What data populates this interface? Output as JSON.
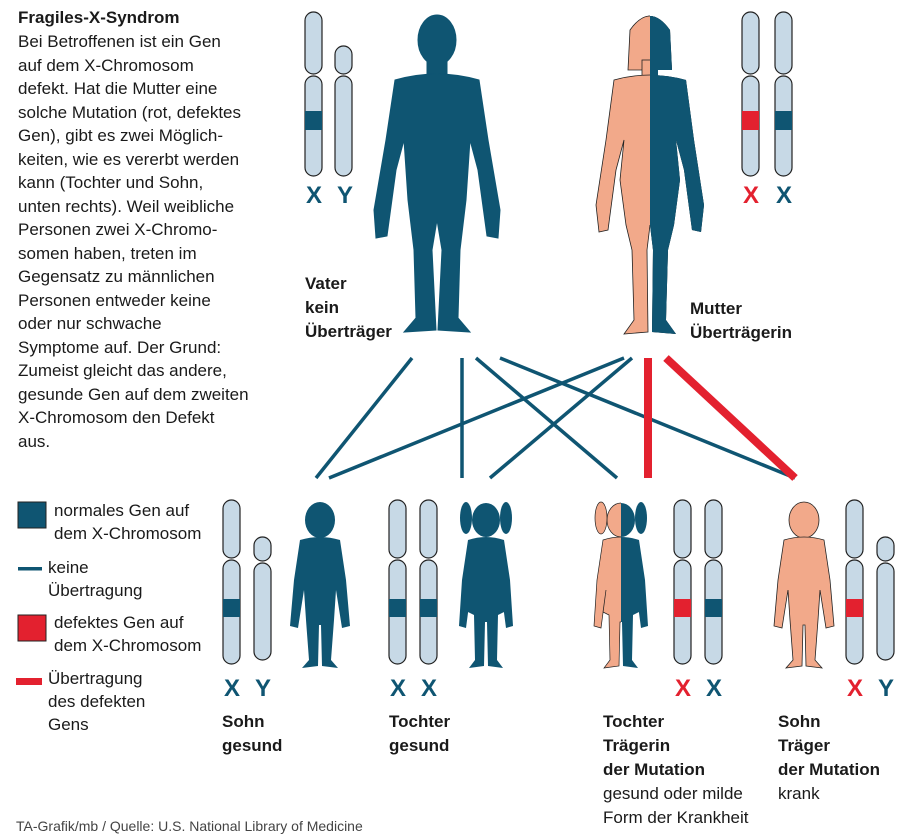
{
  "title": "Fragiles-X-Syndrom",
  "intro_lines": [
    "Bei Betroffenen ist ein Gen",
    "auf dem X-Chromosom",
    "defekt. Hat die Mutter eine",
    "solche Mutation (rot, defektes",
    "Gen), gibt es zwei Möglich-",
    "keiten, wie es vererbt werden",
    "kann (Tochter und Sohn,",
    "unten rechts). Weil weibliche",
    "Personen zwei X-Chromo-",
    "somen haben, treten im",
    "Gegensatz zu männlichen",
    "Personen entweder keine",
    "oder nur schwache",
    "Symptome auf. Der Grund:",
    "Zumeist gleicht das andere,",
    "gesunde Gen auf dem zweiten",
    "X-Chromosom den Defekt",
    "aus."
  ],
  "colors": {
    "normal": "#0f5572",
    "defect": "#e3212f",
    "chromosome": "#c7d9e6",
    "skin": "#f2a98a",
    "outline": "#222222"
  },
  "father": {
    "label": [
      "Vater",
      "kein",
      "Überträger"
    ],
    "chrom": [
      "X",
      "Y"
    ]
  },
  "mother": {
    "label": [
      "Mutter",
      "Überträgerin"
    ],
    "chrom": [
      "X",
      "X"
    ]
  },
  "legend": {
    "normal_gene": [
      "normales Gen auf",
      "dem X-Chromosom"
    ],
    "no_transmission": [
      "keine",
      "Übertragung"
    ],
    "defect_gene": [
      "defektes Gen auf",
      "dem X-Chromosom"
    ],
    "defect_transmission": [
      "Übertragung",
      "des defekten",
      "Gens"
    ]
  },
  "children": [
    {
      "chrom": [
        "X",
        "Y"
      ],
      "label": [
        "Sohn",
        "gesund"
      ],
      "sub": []
    },
    {
      "chrom": [
        "X",
        "X"
      ],
      "label": [
        "Tochter",
        "gesund"
      ],
      "sub": []
    },
    {
      "chrom": [
        "X",
        "X"
      ],
      "label": [
        "Tochter",
        "Trägerin",
        "der Mutation"
      ],
      "sub": [
        "gesund oder milde",
        "Form der Krankheit"
      ]
    },
    {
      "chrom": [
        "X",
        "Y"
      ],
      "label": [
        "Sohn",
        "Träger",
        "der Mutation"
      ],
      "sub": [
        "krank"
      ]
    }
  ],
  "source": "TA-Grafik/mb / Quelle: U.S. National Library of Medicine"
}
